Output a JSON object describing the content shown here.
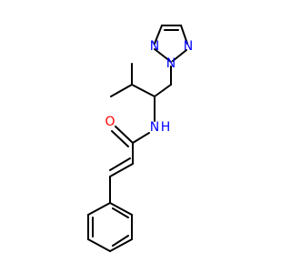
{
  "structure": {
    "atoms": [
      {
        "id": "N_amide_label",
        "text": "N",
        "color": "#0000ff"
      },
      {
        "id": "H_amide_label",
        "text": "H",
        "color": "#0000ff"
      },
      {
        "id": "O_carbonyl_label",
        "text": "O",
        "color": "#ff0000"
      },
      {
        "id": "N1_triazole_label",
        "text": "N",
        "color": "#0000ff"
      },
      {
        "id": "N2_triazole_label",
        "text": "N",
        "color": "#0000ff"
      },
      {
        "id": "N3_triazole_label",
        "text": "N",
        "color": "#0000ff"
      }
    ]
  }
}
